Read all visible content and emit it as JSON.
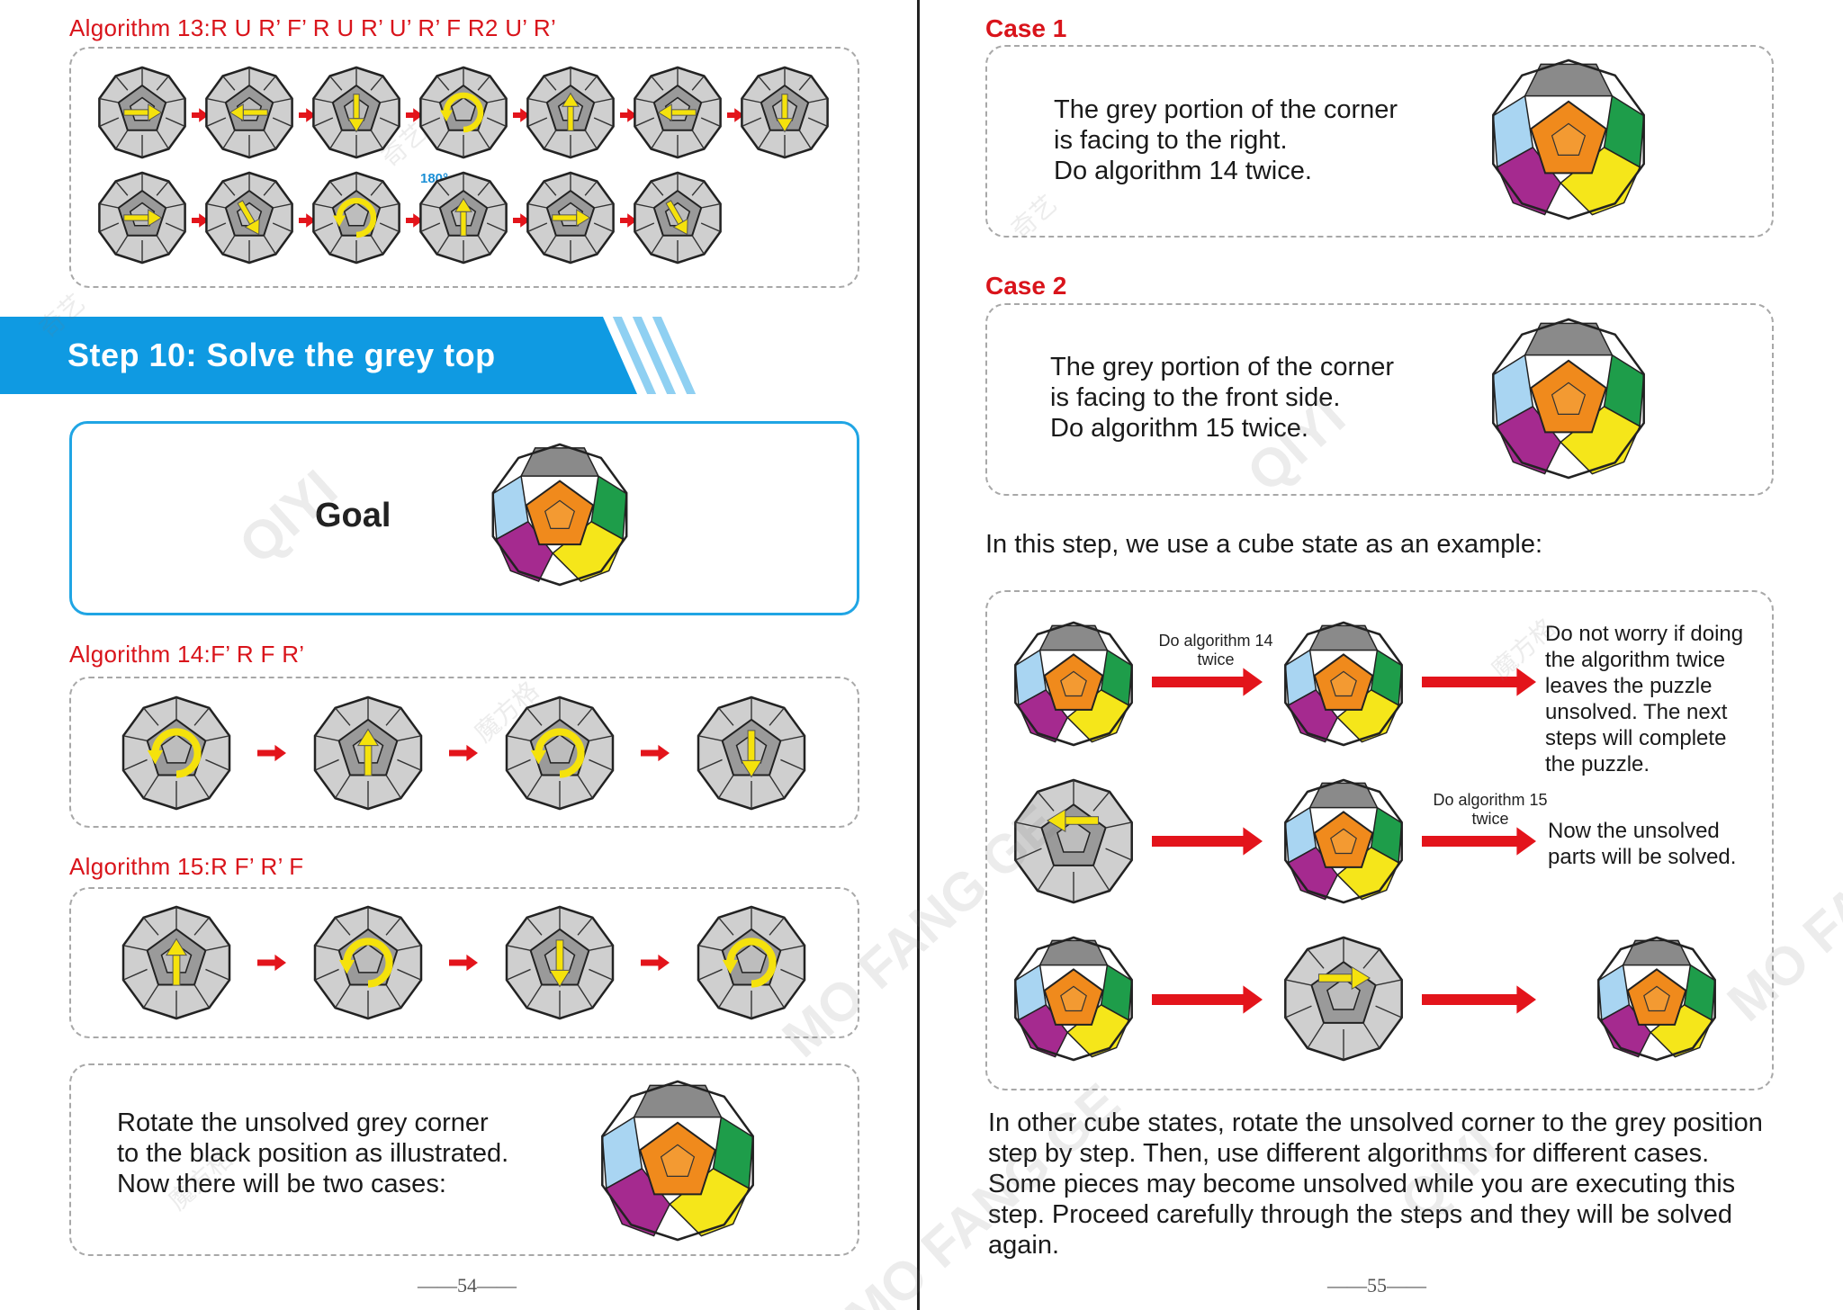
{
  "left_page": {
    "algo13_title": "Algorithm 13:R U R’ F’ R U R’ U’ R’ F R2 U’ R’",
    "degree_label": "180°",
    "step_title": "Step 10: Solve the grey top",
    "goal_label": "Goal",
    "algo14_title": "Algorithm 14:F’ R F R’",
    "algo15_title": "Algorithm 15:R  F’  R’  F",
    "rotate_text": [
      "Rotate the unsolved grey corner",
      "to the black position as illustrated.",
      "Now there will be two cases:"
    ],
    "page_number": "——54——"
  },
  "right_page": {
    "case1_title": "Case 1",
    "case1_text": [
      "The grey portion of the corner",
      "is facing to the right.",
      "Do algorithm 14 twice."
    ],
    "case2_title": "Case 2",
    "case2_text": [
      "The grey portion of the corner",
      "is facing to the front side.",
      "Do algorithm 15 twice."
    ],
    "example_intro": "In this step, we use a cube state as an example:",
    "do_algo14": [
      "Do algorithm 14",
      "twice"
    ],
    "do_algo15": [
      "Do algorithm 15",
      "twice"
    ],
    "worry_text": [
      "Do not worry if doing",
      "the algorithm twice",
      "leaves the puzzle",
      "unsolved. The next",
      "steps will complete",
      "the puzzle."
    ],
    "solved_text": [
      "Now the unsolved",
      "parts will be solved."
    ],
    "bottom_text": [
      "In other cube states, rotate the unsolved corner to the grey position",
      "step by step. Then, use different algorithms for different cases.",
      "Some pieces may become unsolved while you are executing this",
      "step. Proceed carefully through the steps and they will be solved",
      "again."
    ],
    "page_number": "——55——"
  },
  "colors": {
    "red": "#d9141b",
    "blue": "#0f9ae2",
    "yellow_arrow": "#f5e20c",
    "megaminx_grey": "#cfcfcf",
    "orange": "#f08a1c",
    "green": "#1e9d4a",
    "light_blue": "#a9d5f2",
    "purple": "#a52a8f",
    "yellow": "#f5e61a"
  },
  "watermarks": [
    "奇艺",
    "QIYI",
    "魔方格",
    "MO FANG GE"
  ]
}
